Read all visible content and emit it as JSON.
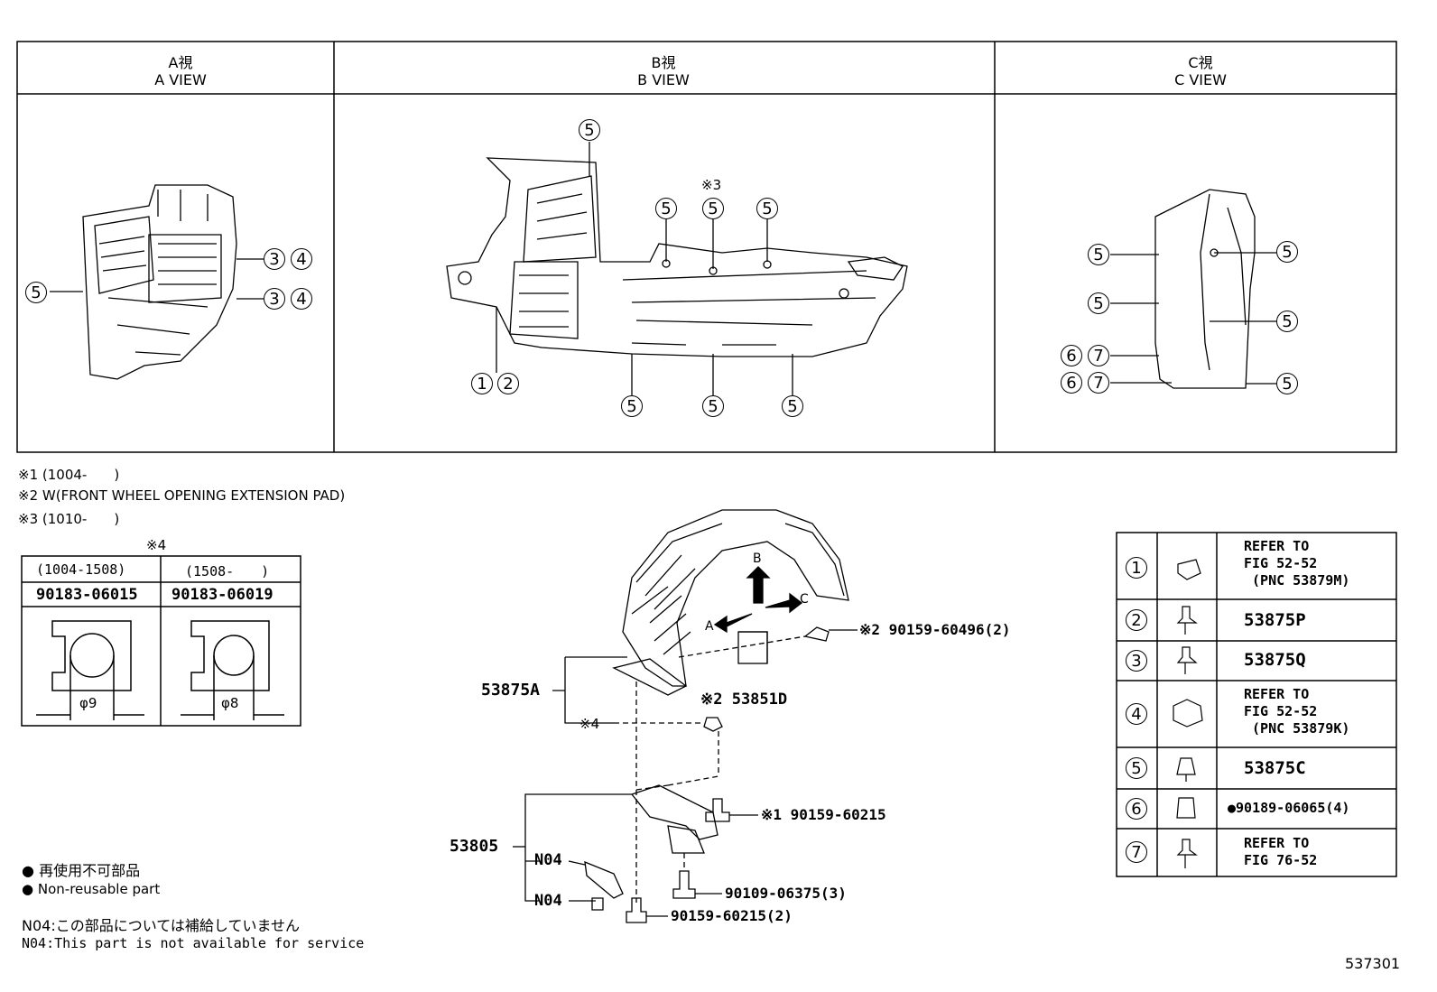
{
  "views": {
    "a": {
      "jp": "A視",
      "en": "A VIEW"
    },
    "b": {
      "jp": "B視",
      "en": "B VIEW"
    },
    "c": {
      "jp": "C視",
      "en": "C VIEW"
    }
  },
  "callouts": {
    "n1": "1",
    "n2": "2",
    "n3": "3",
    "n4": "4",
    "n5": "5",
    "n6": "6",
    "n7": "7",
    "note3_mark": "※3"
  },
  "notes": [
    "※1 (1004-　　)",
    "※2 W(FRONT WHEEL OPENING EXTENSION PAD)",
    "※3 (1010-　　)"
  ],
  "clip_table": {
    "title": "※4",
    "col1_date": "(1004-1508)",
    "col2_date": "(1508-　　)",
    "col1_part": "90183-06015",
    "col2_part": "90183-06019",
    "col1_dim": "φ9",
    "col2_dim": "φ8"
  },
  "legend": {
    "jp": "再使用不可部品",
    "en": "Non-reusable part",
    "n04_jp": "N04:この部品については補給していません",
    "n04_en": "N04:This part is not available for service"
  },
  "parts": {
    "p53875A": "53875A",
    "p53805": "53805",
    "p53851D": "※2 53851D",
    "n04a": "N04",
    "n04b": "N04",
    "star4": "※4",
    "bolt2": "※2 90159-60496(2)",
    "bolt1": "※1 90159-60215",
    "bolt3": "90109-06375(3)",
    "bolt4": "90159-60215(2)",
    "arrowA": "A",
    "arrowB": "B",
    "arrowC": "C"
  },
  "ref_table": {
    "rows": [
      {
        "num": "1",
        "text": "REFER TO\nFIG 52-52\n (PNC 53879M)"
      },
      {
        "num": "2",
        "text": "53875P"
      },
      {
        "num": "3",
        "text": "53875Q"
      },
      {
        "num": "4",
        "text": "REFER TO\nFIG 52-52\n (PNC 53879K)"
      },
      {
        "num": "5",
        "text": "53875C"
      },
      {
        "num": "6",
        "text": "●90189-06065(4)"
      },
      {
        "num": "7",
        "text": "REFER TO\nFIG 76-52"
      }
    ]
  },
  "figure_id": "537301"
}
